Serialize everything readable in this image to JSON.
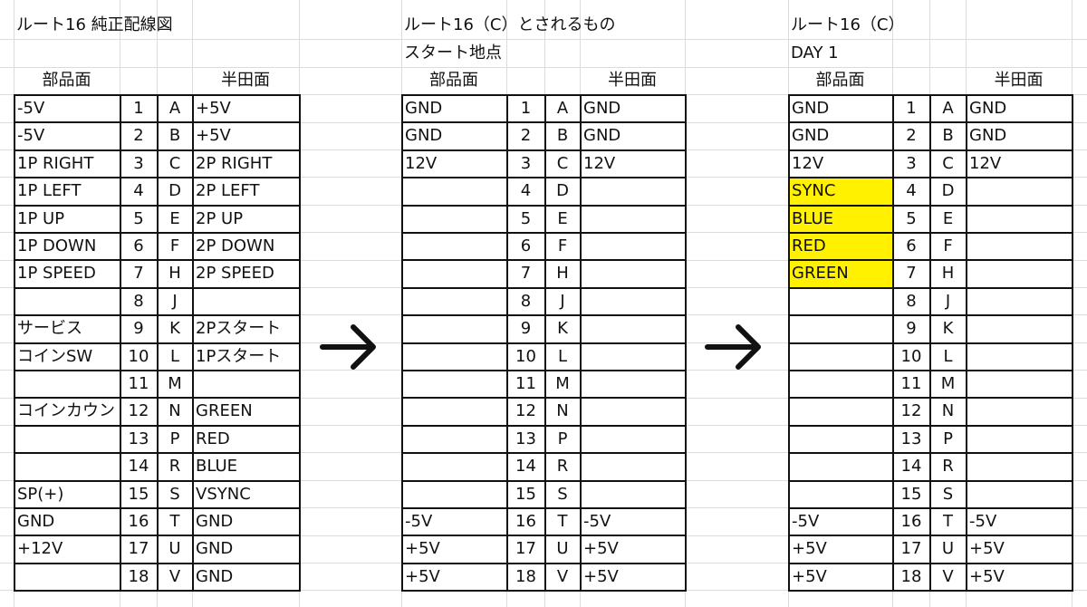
{
  "tables": [
    {
      "title": "ルート16 純正配線図",
      "subtitle": "",
      "parts_header": "部品面",
      "solder_header": "半田面",
      "highlight_parts": false,
      "rows": [
        {
          "parts": "-5V",
          "num": "1",
          "letter": "A",
          "solder": "+5V"
        },
        {
          "parts": "-5V",
          "num": "2",
          "letter": "B",
          "solder": "+5V"
        },
        {
          "parts": "1P RIGHT",
          "num": "3",
          "letter": "C",
          "solder": "2P RIGHT"
        },
        {
          "parts": "1P LEFT",
          "num": "4",
          "letter": "D",
          "solder": "2P LEFT"
        },
        {
          "parts": "1P UP",
          "num": "5",
          "letter": "E",
          "solder": "2P UP"
        },
        {
          "parts": "1P DOWN",
          "num": "6",
          "letter": "F",
          "solder": "2P DOWN"
        },
        {
          "parts": "1P SPEED",
          "num": "7",
          "letter": "H",
          "solder": "2P SPEED"
        },
        {
          "parts": "",
          "num": "8",
          "letter": "J",
          "solder": ""
        },
        {
          "parts": "サービス",
          "num": "9",
          "letter": "K",
          "solder": "2Pスタート"
        },
        {
          "parts": "コインSW",
          "num": "10",
          "letter": "L",
          "solder": "1Pスタート"
        },
        {
          "parts": "",
          "num": "11",
          "letter": "M",
          "solder": ""
        },
        {
          "parts": "コインカウン",
          "num": "12",
          "letter": "N",
          "solder": "GREEN"
        },
        {
          "parts": "",
          "num": "13",
          "letter": "P",
          "solder": "RED"
        },
        {
          "parts": "",
          "num": "14",
          "letter": "R",
          "solder": "BLUE"
        },
        {
          "parts": "SP(+)",
          "num": "15",
          "letter": "S",
          "solder": "VSYNC"
        },
        {
          "parts": "GND",
          "num": "16",
          "letter": "T",
          "solder": "GND"
        },
        {
          "parts": "+12V",
          "num": "17",
          "letter": "U",
          "solder": "GND"
        },
        {
          "parts": "",
          "num": "18",
          "letter": "V",
          "solder": "GND"
        }
      ]
    },
    {
      "title": "ルート16（C）とされるもの",
      "subtitle": "スタート地点",
      "parts_header": "部品面",
      "solder_header": "半田面",
      "highlight_parts": false,
      "rows": [
        {
          "parts": "GND",
          "num": "1",
          "letter": "A",
          "solder": "GND"
        },
        {
          "parts": "GND",
          "num": "2",
          "letter": "B",
          "solder": "GND"
        },
        {
          "parts": "12V",
          "num": "3",
          "letter": "C",
          "solder": "12V"
        },
        {
          "parts": "",
          "num": "4",
          "letter": "D",
          "solder": ""
        },
        {
          "parts": "",
          "num": "5",
          "letter": "E",
          "solder": ""
        },
        {
          "parts": "",
          "num": "6",
          "letter": "F",
          "solder": ""
        },
        {
          "parts": "",
          "num": "7",
          "letter": "H",
          "solder": ""
        },
        {
          "parts": "",
          "num": "8",
          "letter": "J",
          "solder": ""
        },
        {
          "parts": "",
          "num": "9",
          "letter": "K",
          "solder": ""
        },
        {
          "parts": "",
          "num": "10",
          "letter": "L",
          "solder": ""
        },
        {
          "parts": "",
          "num": "11",
          "letter": "M",
          "solder": ""
        },
        {
          "parts": "",
          "num": "12",
          "letter": "N",
          "solder": ""
        },
        {
          "parts": "",
          "num": "13",
          "letter": "P",
          "solder": ""
        },
        {
          "parts": "",
          "num": "14",
          "letter": "R",
          "solder": ""
        },
        {
          "parts": "",
          "num": "15",
          "letter": "S",
          "solder": ""
        },
        {
          "parts": "-5V",
          "num": "16",
          "letter": "T",
          "solder": "-5V"
        },
        {
          "parts": "+5V",
          "num": "17",
          "letter": "U",
          "solder": "+5V"
        },
        {
          "parts": "+5V",
          "num": "18",
          "letter": "V",
          "solder": "+5V"
        }
      ]
    },
    {
      "title": "ルート16（C）",
      "subtitle": "DAY 1",
      "parts_header": "部品面",
      "solder_header": "半田面",
      "highlight_parts": true,
      "rows": [
        {
          "parts": "GND",
          "num": "1",
          "letter": "A",
          "solder": "GND"
        },
        {
          "parts": "GND",
          "num": "2",
          "letter": "B",
          "solder": "GND"
        },
        {
          "parts": "12V",
          "num": "3",
          "letter": "C",
          "solder": "12V"
        },
        {
          "parts": "SYNC",
          "num": "4",
          "letter": "D",
          "solder": "",
          "highlight": true
        },
        {
          "parts": "BLUE",
          "num": "5",
          "letter": "E",
          "solder": "",
          "highlight": true
        },
        {
          "parts": "RED",
          "num": "6",
          "letter": "F",
          "solder": "",
          "highlight": true
        },
        {
          "parts": "GREEN",
          "num": "7",
          "letter": "H",
          "solder": "",
          "highlight": true
        },
        {
          "parts": "",
          "num": "8",
          "letter": "J",
          "solder": ""
        },
        {
          "parts": "",
          "num": "9",
          "letter": "K",
          "solder": ""
        },
        {
          "parts": "",
          "num": "10",
          "letter": "L",
          "solder": ""
        },
        {
          "parts": "",
          "num": "11",
          "letter": "M",
          "solder": ""
        },
        {
          "parts": "",
          "num": "12",
          "letter": "N",
          "solder": ""
        },
        {
          "parts": "",
          "num": "13",
          "letter": "P",
          "solder": ""
        },
        {
          "parts": "",
          "num": "14",
          "letter": "R",
          "solder": ""
        },
        {
          "parts": "",
          "num": "15",
          "letter": "S",
          "solder": ""
        },
        {
          "parts": "-5V",
          "num": "16",
          "letter": "T",
          "solder": "-5V"
        },
        {
          "parts": "+5V",
          "num": "17",
          "letter": "U",
          "solder": "+5V"
        },
        {
          "parts": "+5V",
          "num": "18",
          "letter": "V",
          "solder": "+5V"
        }
      ]
    }
  ],
  "arrows": [
    "arrow-right-icon",
    "arrow-right-icon"
  ],
  "colors": {
    "highlight": "#fff100",
    "gridline": "#dcdcdc",
    "border": "#111111"
  }
}
